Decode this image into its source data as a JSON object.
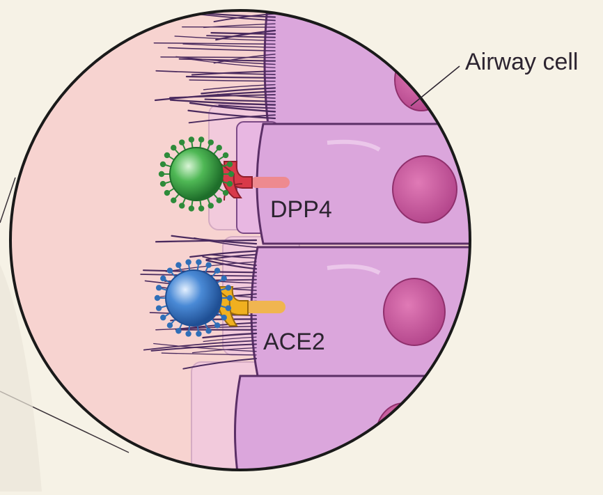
{
  "labels": {
    "airway_cell": "Airway cell",
    "receptor_1": "DPP4",
    "receptor_2": "ACE2"
  },
  "colors": {
    "background": "#f6f2e6",
    "lumen": "#f7d3d0",
    "cell_fill": "#dba6dc",
    "cell_outline": "#5b2f66",
    "nucleus": "#c24f95",
    "cilia": "#4a2a5e",
    "dpp4_receptor": "#d83a4a",
    "ace2_receptor": "#f0b020",
    "virus_green": "#2e8b3a",
    "virus_blue": "#2f6fb8"
  }
}
